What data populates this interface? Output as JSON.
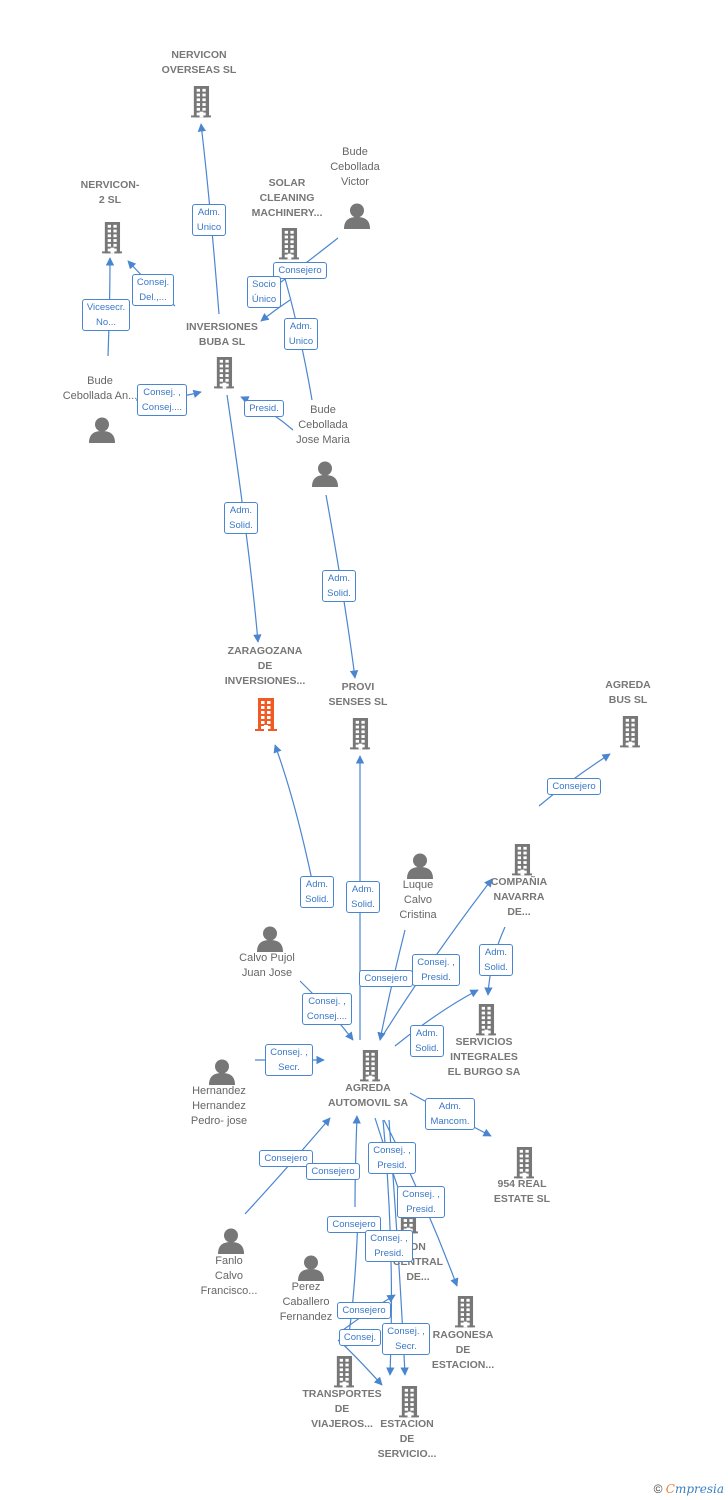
{
  "colors": {
    "edge": "#4a86d0",
    "company": "#777777",
    "person": "#777777",
    "main_company": "#f25a24"
  },
  "nodes": [
    {
      "id": "nervicon_overseas",
      "kind": "company",
      "lines": [
        "NERVICON",
        "OVERSEAS SL"
      ]
    },
    {
      "id": "nervicon2",
      "kind": "company",
      "lines": [
        "NERVICON-",
        "2 SL"
      ]
    },
    {
      "id": "solar",
      "kind": "company",
      "lines": [
        "SOLAR",
        "CLEANING",
        "MACHINERY..."
      ]
    },
    {
      "id": "bude_victor",
      "kind": "person",
      "lines": [
        "Bude",
        "Cebollada",
        "Victor"
      ]
    },
    {
      "id": "inversiones_buba",
      "kind": "company",
      "lines": [
        "INVERSIONES",
        "BUBA SL"
      ]
    },
    {
      "id": "bude_an",
      "kind": "person",
      "lines": [
        "Bude",
        "Cebollada An..."
      ]
    },
    {
      "id": "bude_jose",
      "kind": "person",
      "lines": [
        "Bude",
        "Cebollada",
        "Jose Maria"
      ]
    },
    {
      "id": "zaragozana",
      "kind": "main",
      "lines": [
        "ZARAGOZANA",
        "DE",
        "INVERSIONES..."
      ]
    },
    {
      "id": "provi",
      "kind": "company",
      "lines": [
        "PROVI",
        "SENSES  SL"
      ]
    },
    {
      "id": "agreda_bus",
      "kind": "company",
      "lines": [
        "AGREDA",
        "BUS  SL"
      ]
    },
    {
      "id": "compania_navarra",
      "kind": "company",
      "lines": [
        "COMPAÑIA",
        "NAVARRA",
        "DE..."
      ]
    },
    {
      "id": "luque",
      "kind": "person",
      "lines": [
        "Luque",
        "Calvo",
        "Cristina"
      ]
    },
    {
      "id": "calvo_pujol",
      "kind": "person",
      "lines": [
        "Calvo Pujol",
        "Juan Jose"
      ]
    },
    {
      "id": "servicios",
      "kind": "company",
      "lines": [
        "SERVICIOS",
        "INTEGRALES",
        "EL BURGO SA"
      ]
    },
    {
      "id": "hernandez",
      "kind": "person",
      "lines": [
        "Hernandez",
        "Hernandez",
        "Pedro- jose"
      ]
    },
    {
      "id": "agreda_automovil",
      "kind": "company",
      "lines": [
        "AGREDA",
        "AUTOMOVIL SA"
      ]
    },
    {
      "id": "real_estate",
      "kind": "company",
      "lines": [
        "954 REAL",
        "ESTATE  SL"
      ]
    },
    {
      "id": "estacion_central",
      "kind": "company",
      "lines": [
        "ON",
        "CENTRAL",
        "DE..."
      ]
    },
    {
      "id": "fanlo",
      "kind": "person",
      "lines": [
        "Fanlo",
        "Calvo",
        "Francisco..."
      ]
    },
    {
      "id": "perez",
      "kind": "person",
      "lines": [
        "Perez",
        "Caballero",
        "Fernandez"
      ]
    },
    {
      "id": "aragonesa",
      "kind": "company",
      "lines": [
        "RAGONESA",
        "DE",
        "ESTACION..."
      ]
    },
    {
      "id": "transportes",
      "kind": "company",
      "lines": [
        "TRANSPORTES",
        "DE",
        "VIAJEROS..."
      ]
    },
    {
      "id": "estacion_servicio",
      "kind": "company",
      "lines": [
        "ESTACION",
        "DE",
        "SERVICIO..."
      ]
    }
  ],
  "edge_labels": [
    {
      "lines": [
        "Adm.",
        "Unico"
      ]
    },
    {
      "lines": [
        "Consej.",
        "Del.,..."
      ]
    },
    {
      "lines": [
        "Vicesecr.",
        "No..."
      ]
    },
    {
      "lines": [
        "Consejero"
      ]
    },
    {
      "lines": [
        "Socio",
        "Único"
      ]
    },
    {
      "lines": [
        "Adm.",
        "Unico"
      ]
    },
    {
      "lines": [
        "Consej. ,",
        "Consej...."
      ]
    },
    {
      "lines": [
        "Presid."
      ]
    },
    {
      "lines": [
        "Adm.",
        "Solid."
      ]
    },
    {
      "lines": [
        "Adm.",
        "Solid."
      ]
    },
    {
      "lines": [
        "Consejero"
      ]
    },
    {
      "lines": [
        "Adm.",
        "Solid."
      ]
    },
    {
      "lines": [
        "Adm.",
        "Solid."
      ]
    },
    {
      "lines": [
        "Adm.",
        "Solid."
      ]
    },
    {
      "lines": [
        "Consej. ,",
        "Presid."
      ]
    },
    {
      "lines": [
        "Consejero"
      ]
    },
    {
      "lines": [
        "Consej. ,",
        "Consej...."
      ]
    },
    {
      "lines": [
        "Adm.",
        "Solid."
      ]
    },
    {
      "lines": [
        "Consej. ,",
        "Secr."
      ]
    },
    {
      "lines": [
        "Adm.",
        "Mancom."
      ]
    },
    {
      "lines": [
        "Consejero"
      ]
    },
    {
      "lines": [
        "Consejero"
      ]
    },
    {
      "lines": [
        "Consej. ,",
        "Presid."
      ]
    },
    {
      "lines": [
        "Consej. ,",
        "Presid."
      ]
    },
    {
      "lines": [
        "Consejero"
      ]
    },
    {
      "lines": [
        "Consej. ,",
        "Presid."
      ]
    },
    {
      "lines": [
        "Consejero"
      ]
    },
    {
      "lines": [
        "Consej."
      ]
    },
    {
      "lines": [
        "Consej. ,",
        "Secr."
      ]
    }
  ],
  "footer": {
    "copyright": "©",
    "brand_first": "C",
    "brand_rest": "mpresia"
  }
}
